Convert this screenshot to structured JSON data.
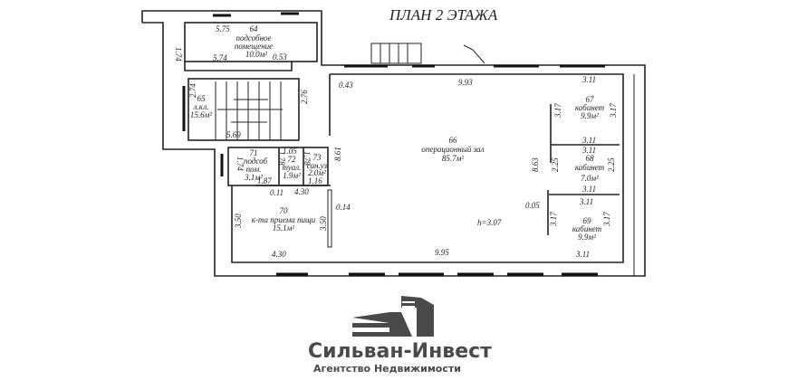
{
  "title": "ПЛАН 2 ЭТАЖА",
  "height_label": "h=3.07",
  "rooms": [
    {
      "num": "64",
      "name": "подсобное",
      "name2": "помещение",
      "area": "10.0м²"
    },
    {
      "num": "65",
      "name": "л.кл.",
      "area": "15.6м²"
    },
    {
      "num": "66",
      "name": "операционный зал",
      "area": "85.7м²"
    },
    {
      "num": "67",
      "name": "кабинет",
      "area": "9.9м²"
    },
    {
      "num": "68",
      "name": "кабинет",
      "area": "7.0м²"
    },
    {
      "num": "69",
      "name": "кабинет",
      "area": "9.9м²"
    },
    {
      "num": "70",
      "name": "к-та приема пищи",
      "area": "15.1м²"
    },
    {
      "num": "71",
      "name": "подсоб",
      "name2": "пом.",
      "area": "3.1м²"
    },
    {
      "num": "72",
      "name": "туал.",
      "area": "1.9м²"
    },
    {
      "num": "73",
      "name": "сан.уз.",
      "area": "2.0м²"
    }
  ],
  "dims": {
    "d575": "5.75",
    "d174": "1.74",
    "d574": "5.74",
    "d053": "0.53",
    "d043": "0.43",
    "d274": "2.74",
    "d276": "2.76",
    "d569": "5.69",
    "d993": "9.93",
    "d861": "8.61",
    "d174b": "1.74",
    "d105": "1.05",
    "d178a": "1.78",
    "d178b": "1.78",
    "d187": "1.87",
    "d116": "1.16",
    "d011": "0.11",
    "d430a": "4.30",
    "d014": "0.14",
    "d350a": "3.50",
    "d350b": "3.50",
    "d430b": "4.30",
    "d995": "9.95",
    "d863": "8.63",
    "d005": "0.05",
    "r67t": "3.11",
    "r67l": "3.17",
    "r67r": "3.17",
    "r67b": "3.11",
    "r68t": "3.11",
    "r68l": "2.25",
    "r68r": "2.25",
    "r68b": "3.11",
    "r69t": "3.11",
    "r69l": "3.17",
    "r69r": "3.17",
    "r69b": "3.11"
  },
  "logo": {
    "name": "Сильван-Инвест",
    "tagline": "Агентство Недвижимости"
  }
}
